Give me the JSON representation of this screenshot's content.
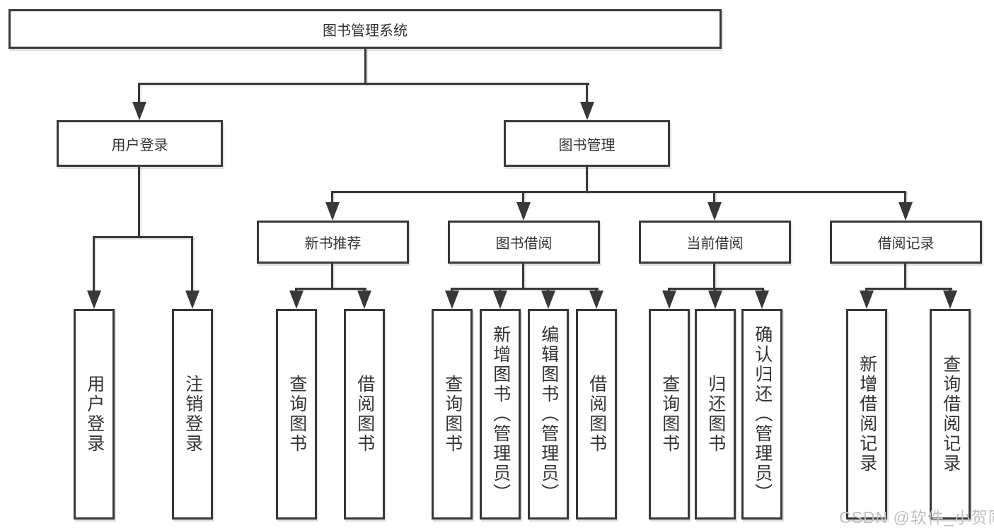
{
  "diagram_title": "图书管理系统",
  "tree": {
    "label": "图书管理系统",
    "children": [
      {
        "label": "用户登录",
        "children": [
          {
            "label": "用户登录"
          },
          {
            "label": "注销登录"
          }
        ]
      },
      {
        "label": "图书管理",
        "children": [
          {
            "label": "新书推荐",
            "children": [
              {
                "label": "查询图书"
              },
              {
                "label": "借阅图书"
              }
            ]
          },
          {
            "label": "图书借阅",
            "children": [
              {
                "label": "查询图书"
              },
              {
                "label": "新增图书（管理员）"
              },
              {
                "label": "编辑图书（管理员）"
              },
              {
                "label": "借阅图书"
              }
            ]
          },
          {
            "label": "当前借阅",
            "children": [
              {
                "label": "查询图书"
              },
              {
                "label": "归还图书"
              },
              {
                "label": "确认归还（管理员）"
              }
            ]
          },
          {
            "label": "借阅记录",
            "children": [
              {
                "label": "新增借阅记录"
              },
              {
                "label": "查询借阅记录"
              }
            ]
          }
        ]
      }
    ]
  },
  "watermark": {
    "text": "CSDN @软件_小贺同学"
  },
  "style": {
    "line_color": "#383838",
    "box_border_color": "#383838",
    "text_color": "#333333",
    "watermark_color": "#c0bfbf",
    "background": "#ffffff"
  }
}
